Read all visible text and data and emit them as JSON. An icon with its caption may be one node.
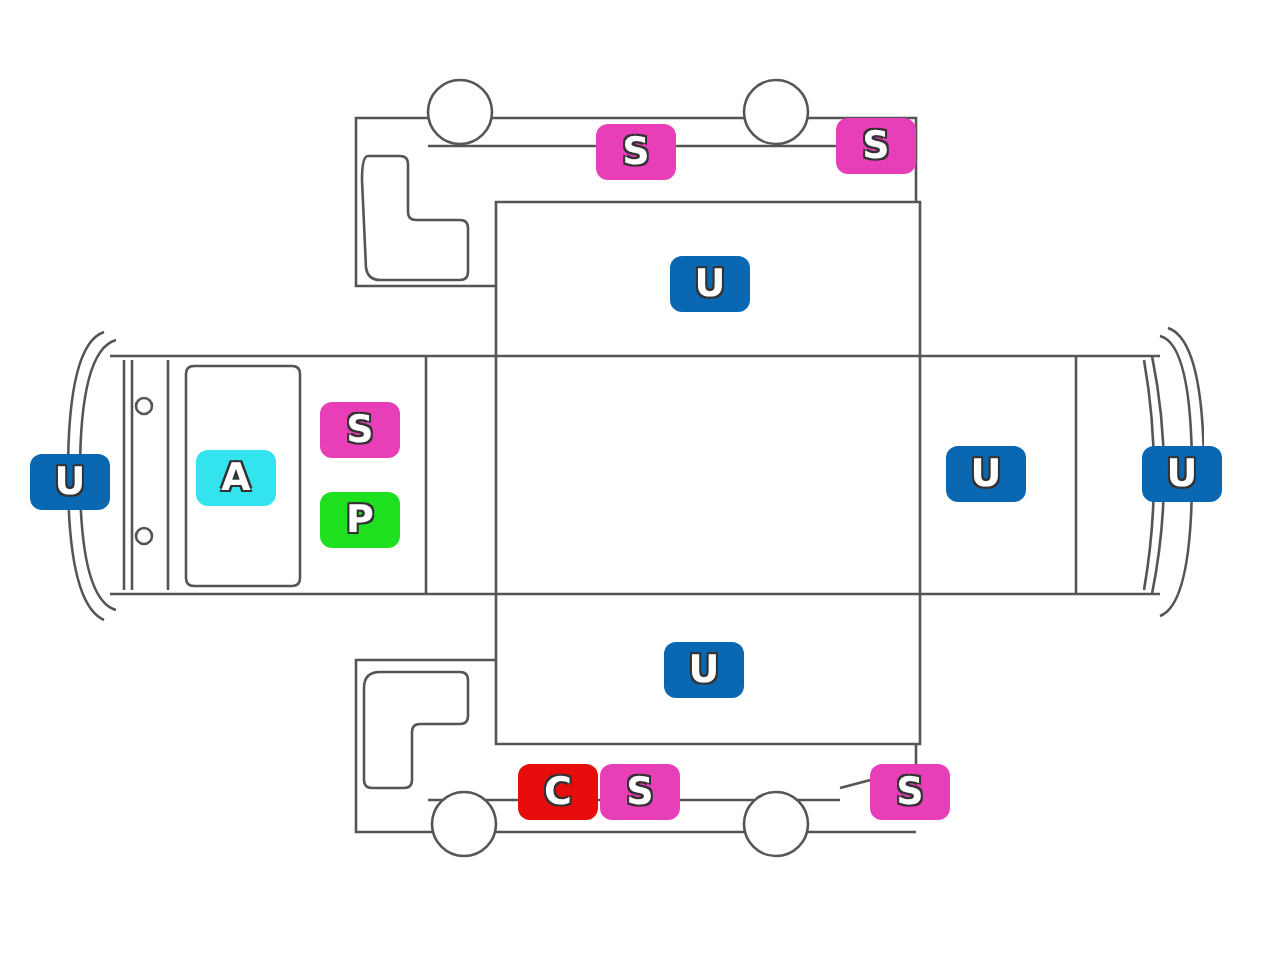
{
  "diagram": {
    "nodes": [
      {
        "text": [
          "S"
        ]
      },
      {
        "text": [
          "S"
        ]
      },
      {
        "text": [
          "U"
        ]
      },
      {
        "text": [
          "S"
        ]
      },
      {
        "text": [
          "U"
        ]
      },
      {
        "text": [
          "A"
        ]
      },
      {
        "text": [
          "U"
        ]
      },
      {
        "text": [
          "U"
        ]
      },
      {
        "text": [
          "P"
        ]
      },
      {
        "text": [
          "U"
        ]
      },
      {
        "text": [
          "C"
        ]
      },
      {
        "text": [
          "S"
        ]
      },
      {
        "text": [
          "S"
        ]
      }
    ]
  }
}
